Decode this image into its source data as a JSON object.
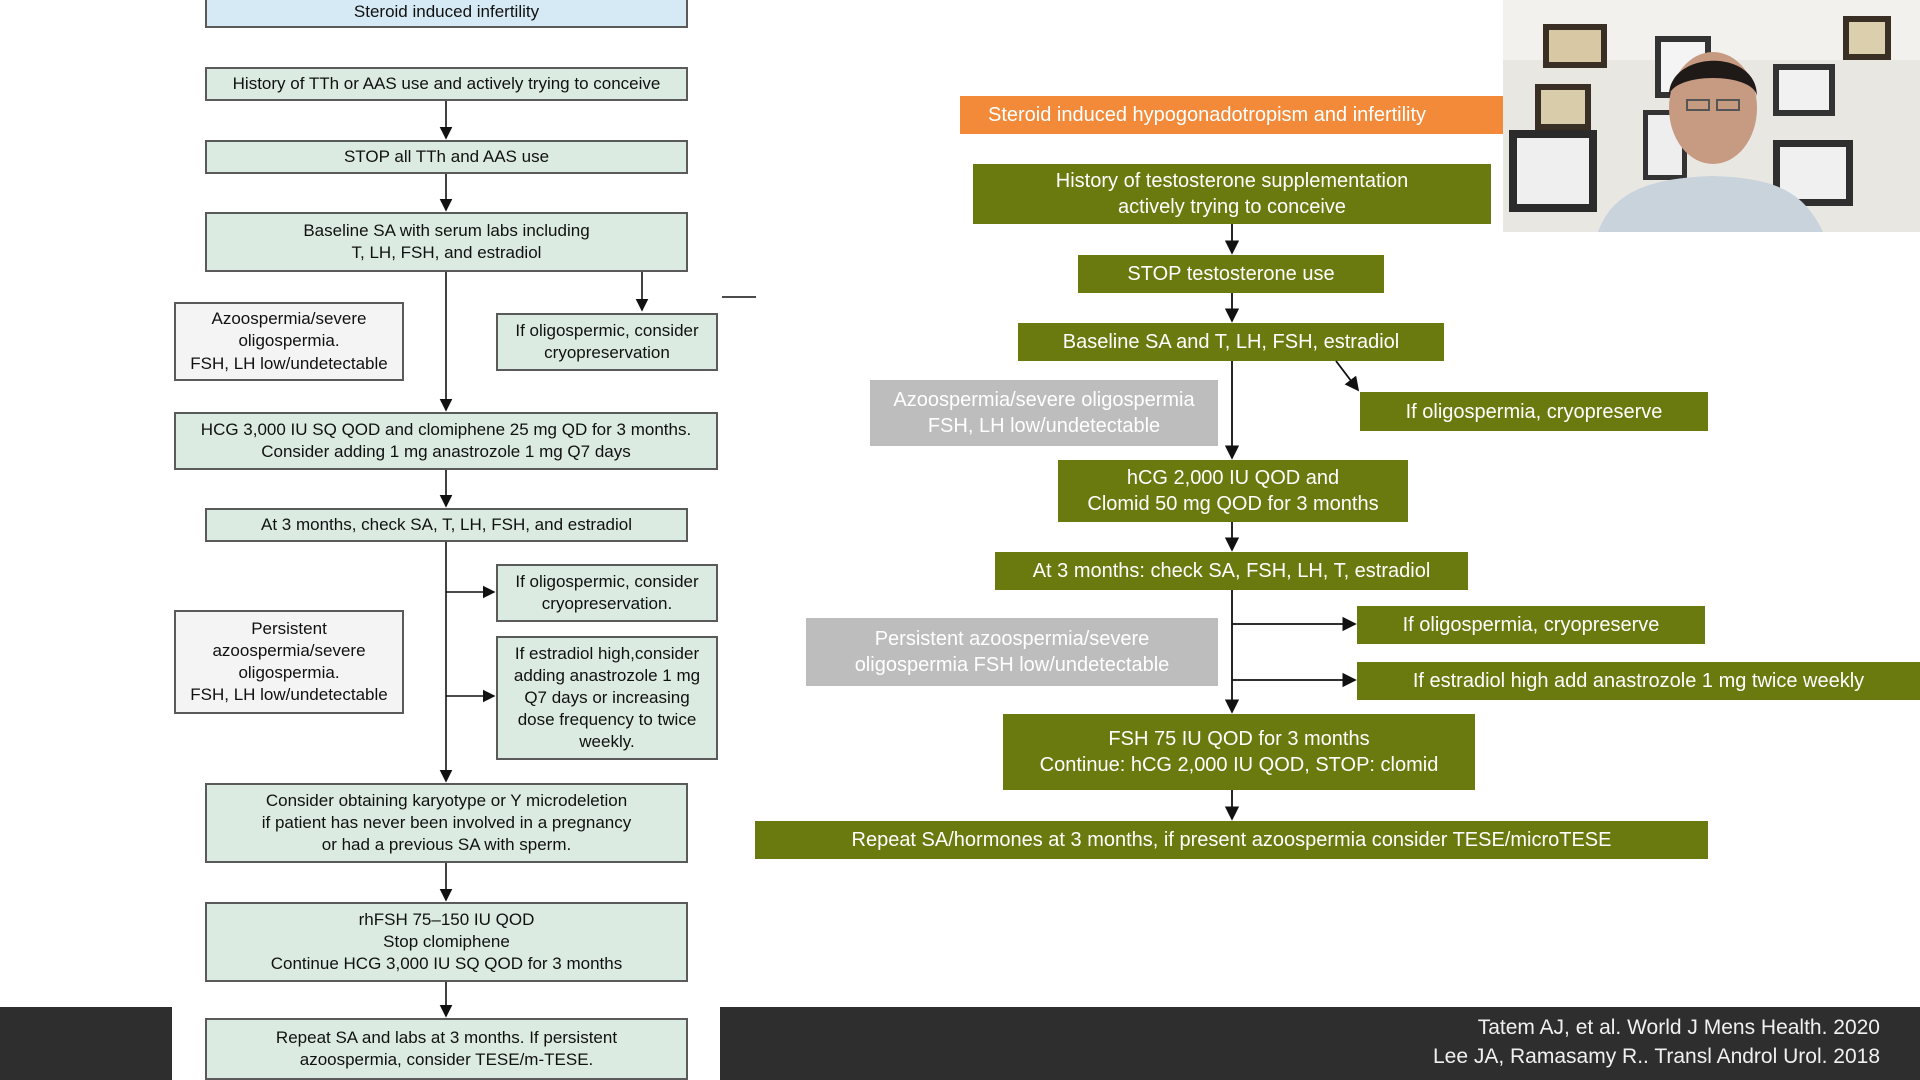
{
  "left_flowchart": {
    "title": "Steroid induced infertility",
    "history": "History of TTh or AAS use and actively trying to conceive",
    "stop": "STOP all TTh and AAS use",
    "baseline_l1": "Baseline SA with serum labs including",
    "baseline_l2": "T, LH, FSH, and estradiol",
    "azoo_l1": "Azoospermia/severe",
    "azoo_l2": "oligospermia.",
    "azoo_l3": "FSH, LH low/undetectable",
    "oligo1_l1": "If oligospermic, consider",
    "oligo1_l2": "cryopreservation",
    "hcg_l1": "HCG 3,000 IU SQ QOD and clomiphene 25 mg QD for 3 months.",
    "hcg_l2": "Consider adding 1 mg anastrozole 1 mg Q7 days",
    "check3": "At 3 months, check SA, T, LH, FSH, and estradiol",
    "oligo2_l1": "If oligospermic, consider",
    "oligo2_l2": "cryopreservation.",
    "persist_l1": "Persistent",
    "persist_l2": "azoospermia/severe",
    "persist_l3": "oligospermia.",
    "persist_l4": "FSH, LH low/undetectable",
    "estradiol_l1": "If estradiol high,consider",
    "estradiol_l2": "adding anastrozole 1 mg",
    "estradiol_l3": "Q7 days or increasing",
    "estradiol_l4": "dose frequency to twice",
    "estradiol_l5": "weekly.",
    "karyo_l1": "Consider obtaining karyotype or Y microdeletion",
    "karyo_l2": "if patient has never been involved in a pregnancy",
    "karyo_l3": "or had a previous SA with sperm.",
    "rhfsh_l1": "rhFSH 75–150 IU QOD",
    "rhfsh_l2": "Stop clomiphene",
    "rhfsh_l3": "Continue HCG 3,000 IU SQ QOD for 3 months",
    "repeat_l1": "Repeat SA and labs at 3 months. If persistent",
    "repeat_l2": "azoospermia, consider TESE/m-TESE."
  },
  "right_flowchart": {
    "title": "Steroid induced hypogonadotropism and infertility",
    "history_l1": "History of testosterone supplementation",
    "history_l2": "actively trying to conceive",
    "stop": "STOP testosterone use",
    "baseline": "Baseline SA and T, LH, FSH, estradiol",
    "azoo_l1": "Azoospermia/severe oligospermia",
    "azoo_l2": "FSH, LH low/undetectable",
    "cryo1": "If oligospermia, cryopreserve",
    "hcg_l1": "hCG 2,000 IU QOD and",
    "hcg_l2": "Clomid 50 mg QOD for 3 months",
    "check3": "At 3 months: check SA, FSH, LH, T, estradiol",
    "persist_l1": "Persistent azoospermia/severe",
    "persist_l2": "oligospermia FSH low/undetectable",
    "cryo2": "If oligospermia, cryopreserve",
    "estradiol": "If estradiol high add anastrozole 1 mg twice weekly",
    "fsh_l1": "FSH 75 IU QOD for 3 months",
    "fsh_l2": "Continue: hCG 2,000 IU QOD, STOP: clomid",
    "repeat": "Repeat SA/hormones at 3 months, if present azoospermia consider TESE/microTESE"
  },
  "citations": {
    "line1": "Tatem AJ, et al. World J Mens Health. 2020",
    "line2": "Lee JA, Ramasamy R.. Transl Androl Urol. 2018"
  },
  "colors": {
    "left_box": "#dcebe1",
    "left_title_box": "#d6eaf5",
    "right_box": "#6b7a0f",
    "right_gray_box": "#bdbdbd",
    "right_title_box": "#f28a3a",
    "bottom_bar": "#2e2e2e"
  }
}
